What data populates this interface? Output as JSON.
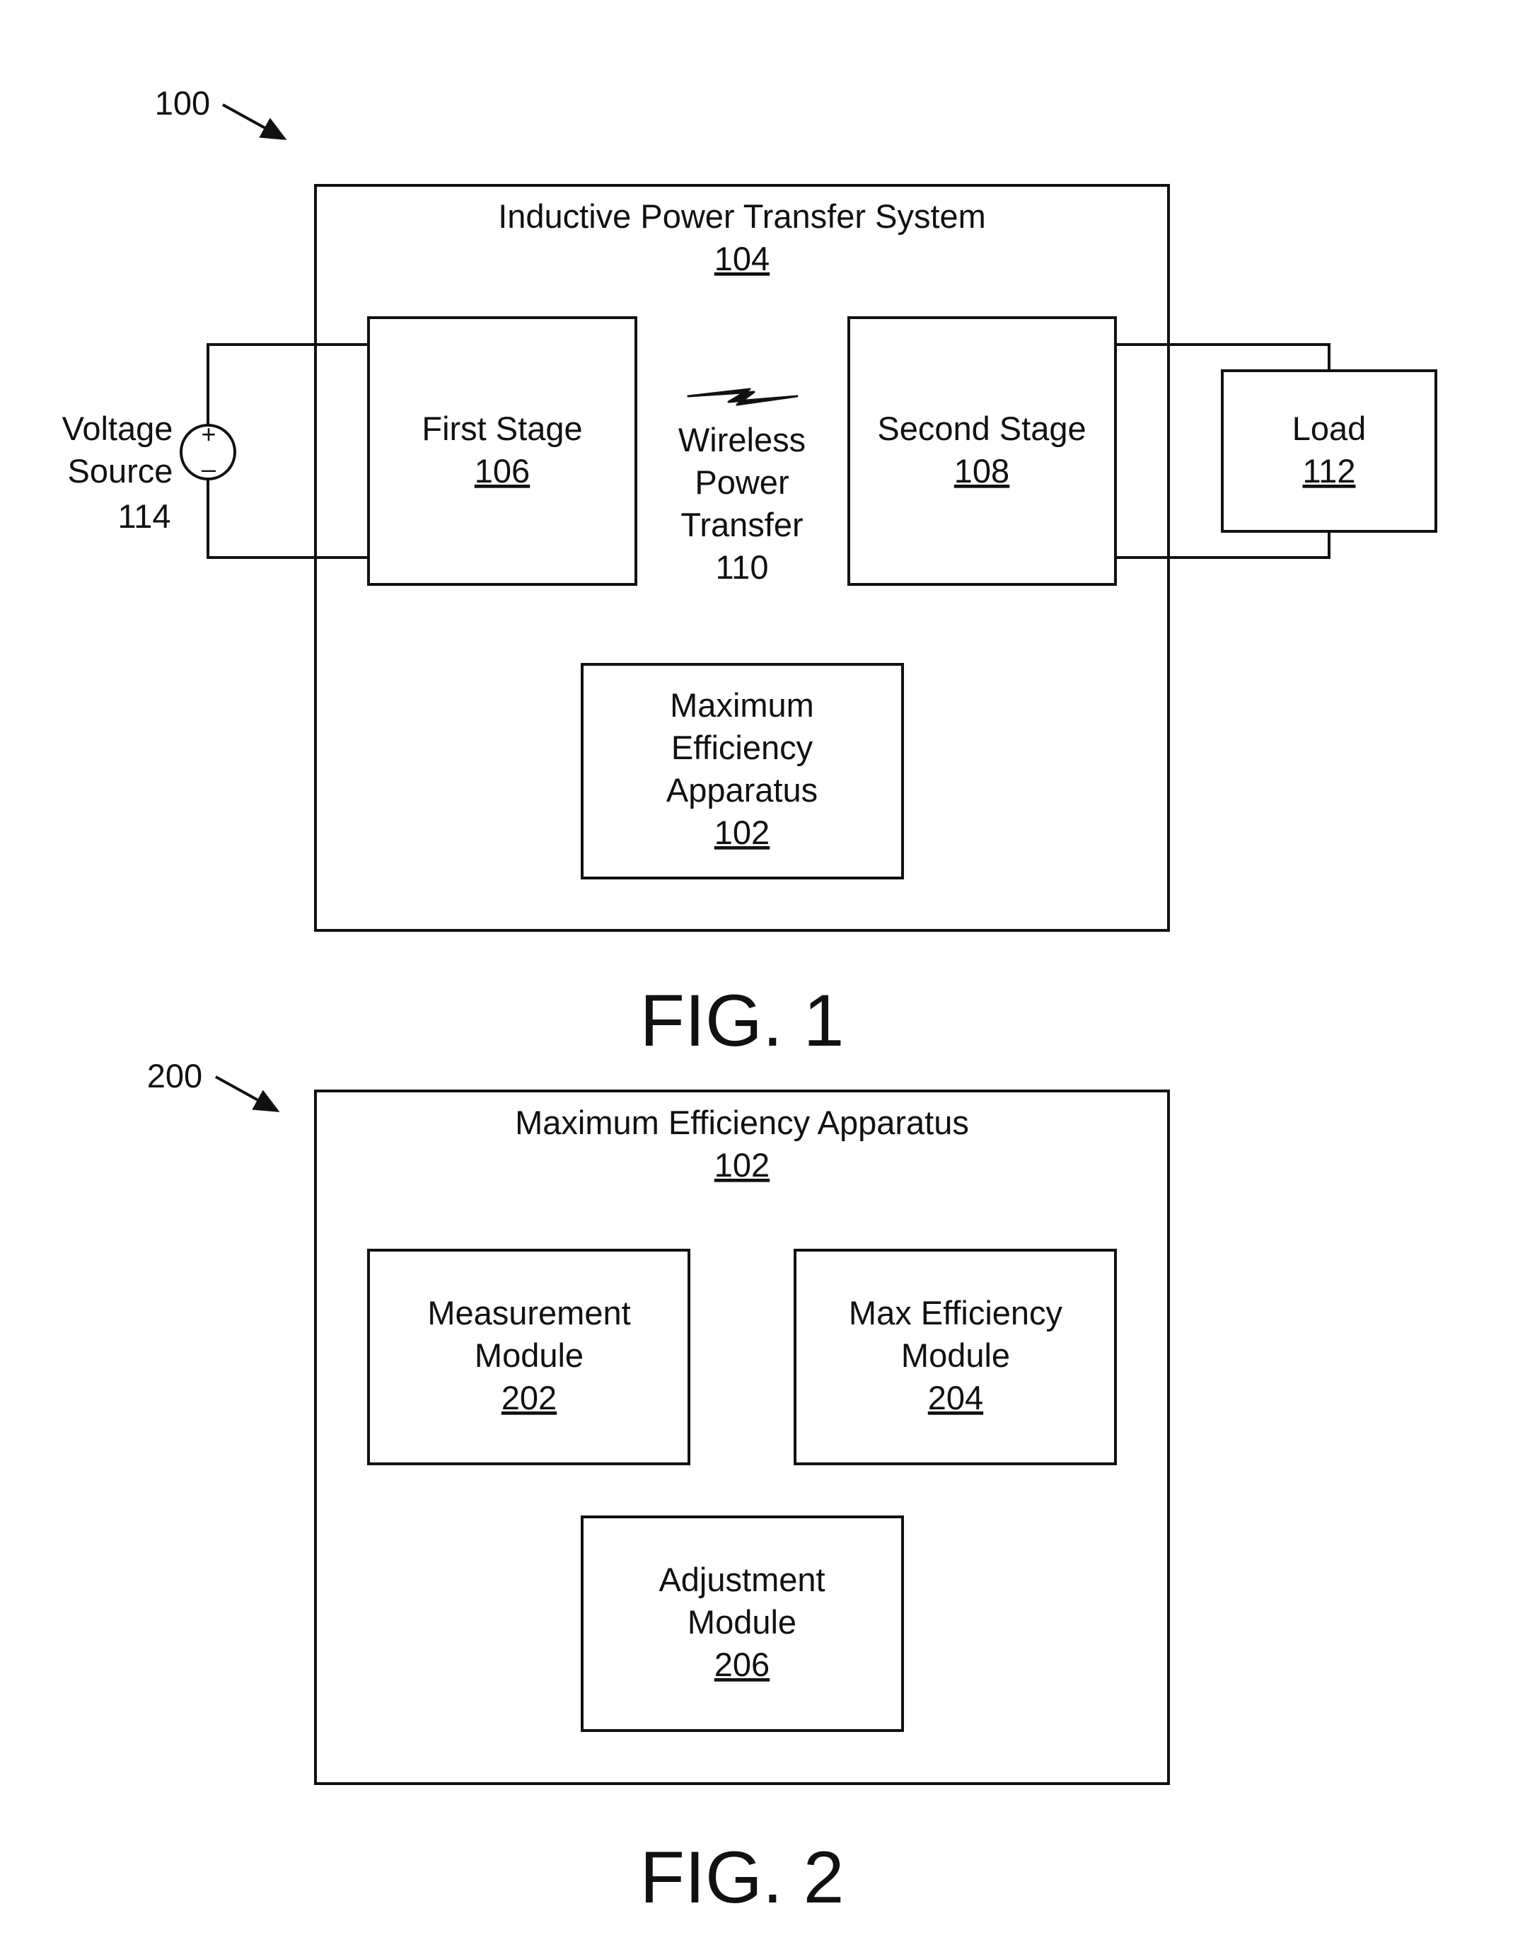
{
  "fig1": {
    "ref": "100",
    "caption": "FIG. 1",
    "system": {
      "title": "Inductive Power Transfer System",
      "num": "104"
    },
    "first_stage": {
      "title": "First Stage",
      "num": "106"
    },
    "second_stage": {
      "title": "Second Stage",
      "num": "108"
    },
    "wireless": {
      "l1": "Wireless",
      "l2": "Power",
      "l3": "Transfer",
      "num": "110"
    },
    "load": {
      "title": "Load",
      "num": "112"
    },
    "voltage_source": {
      "l1": "Voltage",
      "l2": "Source",
      "num": "114",
      "plus": "+",
      "minus": "–"
    },
    "apparatus": {
      "l1": "Maximum",
      "l2": "Efficiency",
      "l3": "Apparatus",
      "num": "102"
    }
  },
  "fig2": {
    "ref": "200",
    "caption": "FIG. 2",
    "apparatus": {
      "title": "Maximum Efficiency Apparatus",
      "num": "102"
    },
    "measurement": {
      "l1": "Measurement",
      "l2": "Module",
      "num": "202"
    },
    "max_efficiency": {
      "l1": "Max Efficiency",
      "l2": "Module",
      "num": "204"
    },
    "adjustment": {
      "l1": "Adjustment",
      "l2": "Module",
      "num": "206"
    }
  }
}
